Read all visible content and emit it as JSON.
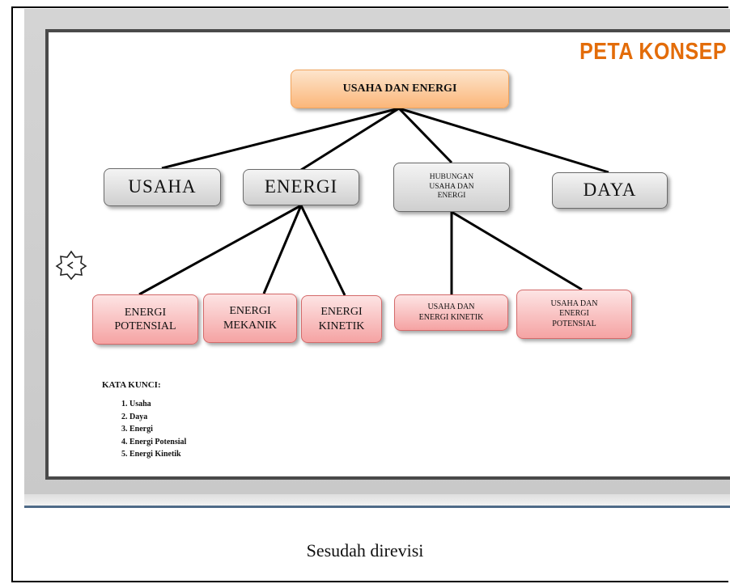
{
  "slide": {
    "title": "PETA KONSEP",
    "title_color": "#e36c09"
  },
  "concept_map": {
    "root": "USAHA DAN ENERGI",
    "level1": [
      {
        "id": "usaha",
        "label": "USAHA"
      },
      {
        "id": "energi",
        "label": "ENERGI"
      },
      {
        "id": "hubungan",
        "label": "HUBUNGAN\nUSAHA DAN\nENERGI"
      },
      {
        "id": "daya",
        "label": "DAYA"
      }
    ],
    "energi_children": [
      {
        "id": "potensial",
        "label": "ENERGI\nPOTENSIAL"
      },
      {
        "id": "mekanik",
        "label": "ENERGI\nMEKANIK"
      },
      {
        "id": "kinetik",
        "label": "ENERGI\nKINETIK"
      }
    ],
    "hubungan_children": [
      {
        "id": "usaha-kinetik",
        "label": "USAHA DAN\nENERGI KINETIK"
      },
      {
        "id": "usaha-potensial",
        "label": "USAHA DAN\nENERGI\nPOTENSIAL"
      }
    ]
  },
  "keywords": {
    "heading": "KATA KUNCI:",
    "items": [
      "Usaha",
      "Daya",
      "Energi",
      "Energi Potensial",
      "Energi Kinetik"
    ]
  },
  "icons": {
    "navigation": "back-arrow-star-icon"
  },
  "caption": "Sesudah direvisi"
}
